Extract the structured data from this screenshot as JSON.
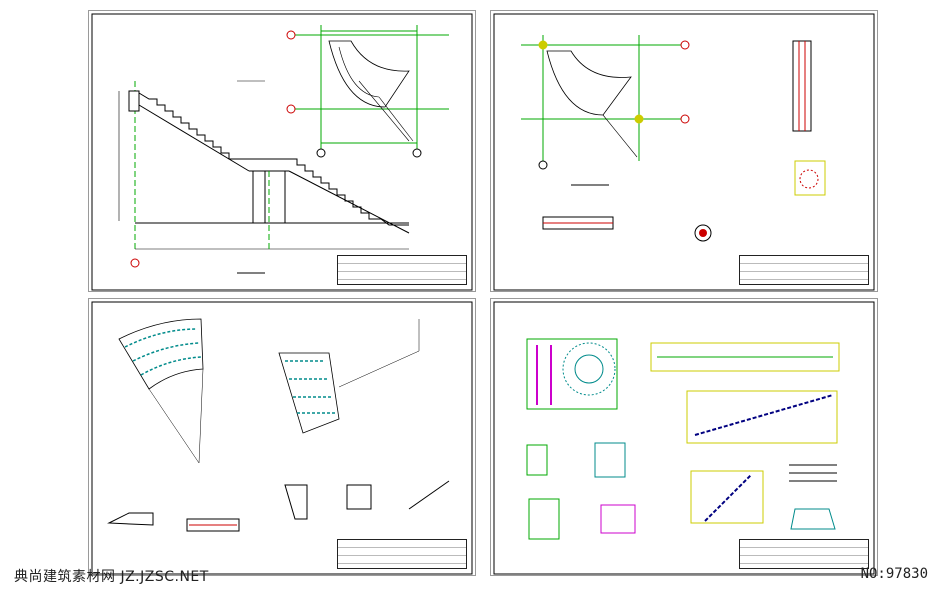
{
  "sheets": [
    {
      "id": "stair-elevation-and-plan"
    },
    {
      "id": "stair-plan-and-sections"
    },
    {
      "id": "curved-stair-details"
    },
    {
      "id": "stair-rebar-details"
    }
  ],
  "watermark": {
    "left_text": "典尚建筑素材网 JZ.JZSC.NET",
    "right_text": "NO:97830"
  },
  "colors": {
    "sheet_border": "#9a9a9a",
    "drawing_lines": "#000000",
    "grid_lines": "#00aa00",
    "section_marks": "#cc0000",
    "rebar_cyan": "#008b8b",
    "rebar_magenta": "#cc00cc",
    "annotations_yellow": "#cccc00"
  }
}
